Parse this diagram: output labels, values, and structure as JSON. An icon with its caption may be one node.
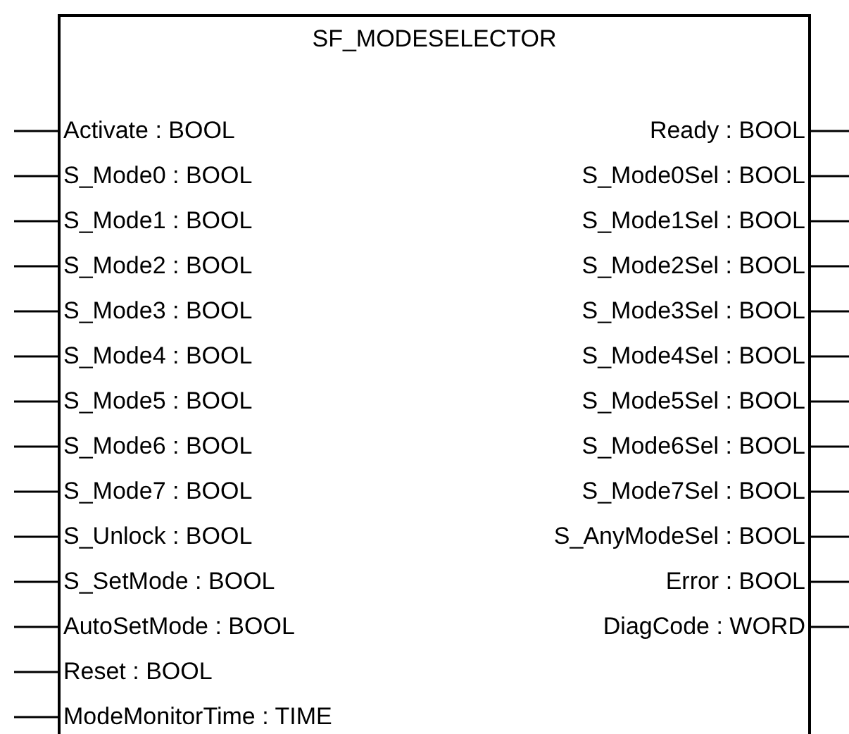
{
  "diagram": {
    "nodes": [
      {
        "text": [
          "SF_MODESELECTOR"
        ]
      },
      {
        "text": [
          "Activate : BOOL"
        ],
        "in": 0
      },
      {
        "text": [
          "S_Mode0 : BOOL"
        ],
        "in": 0
      },
      {
        "text": [
          "S_Mode1 : BOOL"
        ],
        "in": 0
      },
      {
        "text": [
          "S_Mode2 : BOOL"
        ],
        "in": 0
      },
      {
        "text": [
          "S_Mode3 : BOOL"
        ],
        "in": 0
      },
      {
        "text": [
          "S_Mode4 : BOOL"
        ],
        "in": 0
      },
      {
        "text": [
          "S_Mode5 : BOOL"
        ],
        "in": 0
      },
      {
        "text": [
          "S_Mode6 : BOOL"
        ],
        "in": 0
      },
      {
        "text": [
          "S_Mode7 : BOOL"
        ],
        "in": 0
      },
      {
        "text": [
          "S_Unlock : BOOL"
        ],
        "in": 0
      },
      {
        "text": [
          "S_SetMode : BOOL"
        ],
        "in": 0
      },
      {
        "text": [
          "AutoSetMode : BOOL"
        ],
        "in": 0
      },
      {
        "text": [
          "Reset : BOOL"
        ],
        "in": 0
      },
      {
        "text": [
          "ModeMonitorTime : TIME"
        ],
        "in": 0
      },
      {
        "text": [
          "Ready : BOOL"
        ],
        "in": 0
      },
      {
        "text": [
          "S_Mode0Sel : BOOL"
        ],
        "in": 0
      },
      {
        "text": [
          "S_Mode1Sel : BOOL"
        ],
        "in": 0
      },
      {
        "text": [
          "S_Mode2Sel : BOOL"
        ],
        "in": 0
      },
      {
        "text": [
          "S_Mode3Sel : BOOL"
        ],
        "in": 0
      },
      {
        "text": [
          "S_Mode4Sel : BOOL"
        ],
        "in": 0
      },
      {
        "text": [
          "S_Mode5Sel : BOOL"
        ],
        "in": 0
      },
      {
        "text": [
          "S_Mode6Sel : BOOL"
        ],
        "in": 0
      },
      {
        "text": [
          "S_Mode7Sel : BOOL"
        ],
        "in": 0
      },
      {
        "text": [
          "S_AnyModeSel : BOOL"
        ],
        "in": 0
      },
      {
        "text": [
          "Error : BOOL"
        ],
        "in": 0
      },
      {
        "text": [
          "DiagCode : WORD"
        ],
        "in": 0
      }
    ],
    "edges": [
      {
        "from": null,
        "to": 1,
        "arrow": "none"
      },
      {
        "from": null,
        "to": 2,
        "arrow": "none"
      },
      {
        "from": null,
        "to": 3,
        "arrow": "none"
      },
      {
        "from": null,
        "to": 4,
        "arrow": "none"
      },
      {
        "from": null,
        "to": 5,
        "arrow": "none"
      },
      {
        "from": null,
        "to": 6,
        "arrow": "none"
      },
      {
        "from": null,
        "to": 7,
        "arrow": "none"
      },
      {
        "from": null,
        "to": 8,
        "arrow": "none"
      },
      {
        "from": null,
        "to": 9,
        "arrow": "none"
      },
      {
        "from": null,
        "to": 10,
        "arrow": "none"
      },
      {
        "from": null,
        "to": 11,
        "arrow": "none"
      },
      {
        "from": null,
        "to": 12,
        "arrow": "none"
      },
      {
        "from": null,
        "to": 13,
        "arrow": "none"
      },
      {
        "from": null,
        "to": 14,
        "arrow": "none"
      },
      {
        "from": 15,
        "to": null,
        "arrow": "none"
      },
      {
        "from": 16,
        "to": null,
        "arrow": "none"
      },
      {
        "from": 17,
        "to": null,
        "arrow": "none"
      },
      {
        "from": 18,
        "to": null,
        "arrow": "none"
      },
      {
        "from": 19,
        "to": null,
        "arrow": "none"
      },
      {
        "from": 20,
        "to": null,
        "arrow": "none"
      },
      {
        "from": 21,
        "to": null,
        "arrow": "none"
      },
      {
        "from": 22,
        "to": null,
        "arrow": "none"
      },
      {
        "from": 23,
        "to": null,
        "arrow": "none"
      },
      {
        "from": 24,
        "to": null,
        "arrow": "none"
      },
      {
        "from": 25,
        "to": null,
        "arrow": "none"
      },
      {
        "from": 26,
        "to": null,
        "arrow": "none"
      }
    ]
  }
}
